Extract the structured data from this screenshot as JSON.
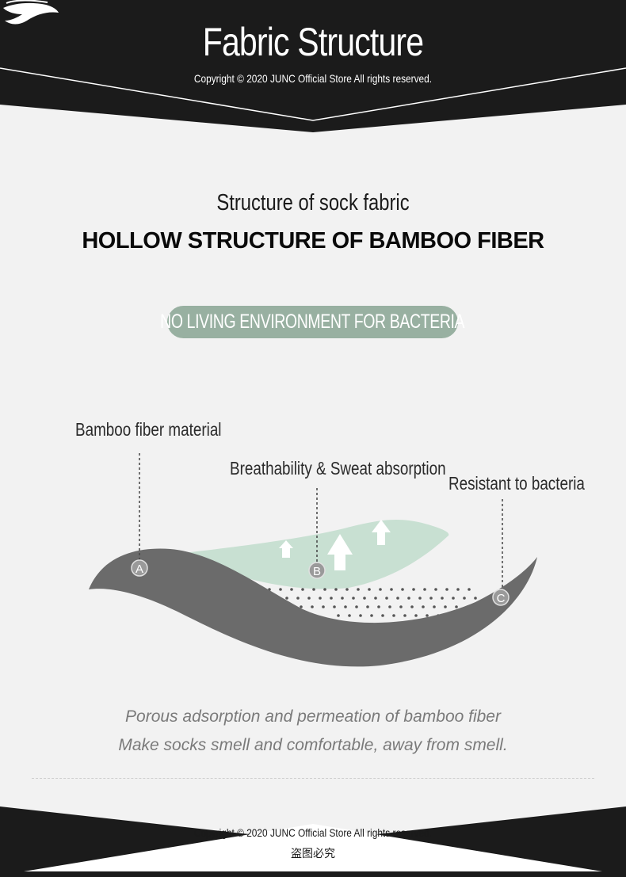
{
  "header": {
    "title": "Fabric Structure",
    "copyright": "Copyright © 2020 JUNC Official Store All rights reserved."
  },
  "section": {
    "subtitle": "Structure of sock fabric",
    "heading": "HOLLOW STRUCTURE OF BAMBOO FIBER",
    "pill_text": "NO LIVING ENVIRONMENT FOR BACTERIA"
  },
  "diagram": {
    "labels": {
      "a": "Bamboo fiber material",
      "b": "Breathability & Sweat absorption",
      "c": "Resistant to bacteria"
    },
    "markers": {
      "a": "A",
      "b": "B",
      "c": "C"
    },
    "colors": {
      "fabric": "#6b6b6b",
      "layer": "#c8e0d2",
      "dots": "#555555",
      "marker": "#9a9a9a"
    }
  },
  "captions": {
    "line1": "Porous adsorption and permeation of bamboo fiber",
    "line2": "Make socks smell and comfortable, away from smell."
  },
  "footer": {
    "copyright": "Copyright © 2020 JUNC Official Store All rights reserved.",
    "note": "盗图必究"
  },
  "icons": [
    "leaf-logo-icon",
    "arrow-up-icon"
  ]
}
